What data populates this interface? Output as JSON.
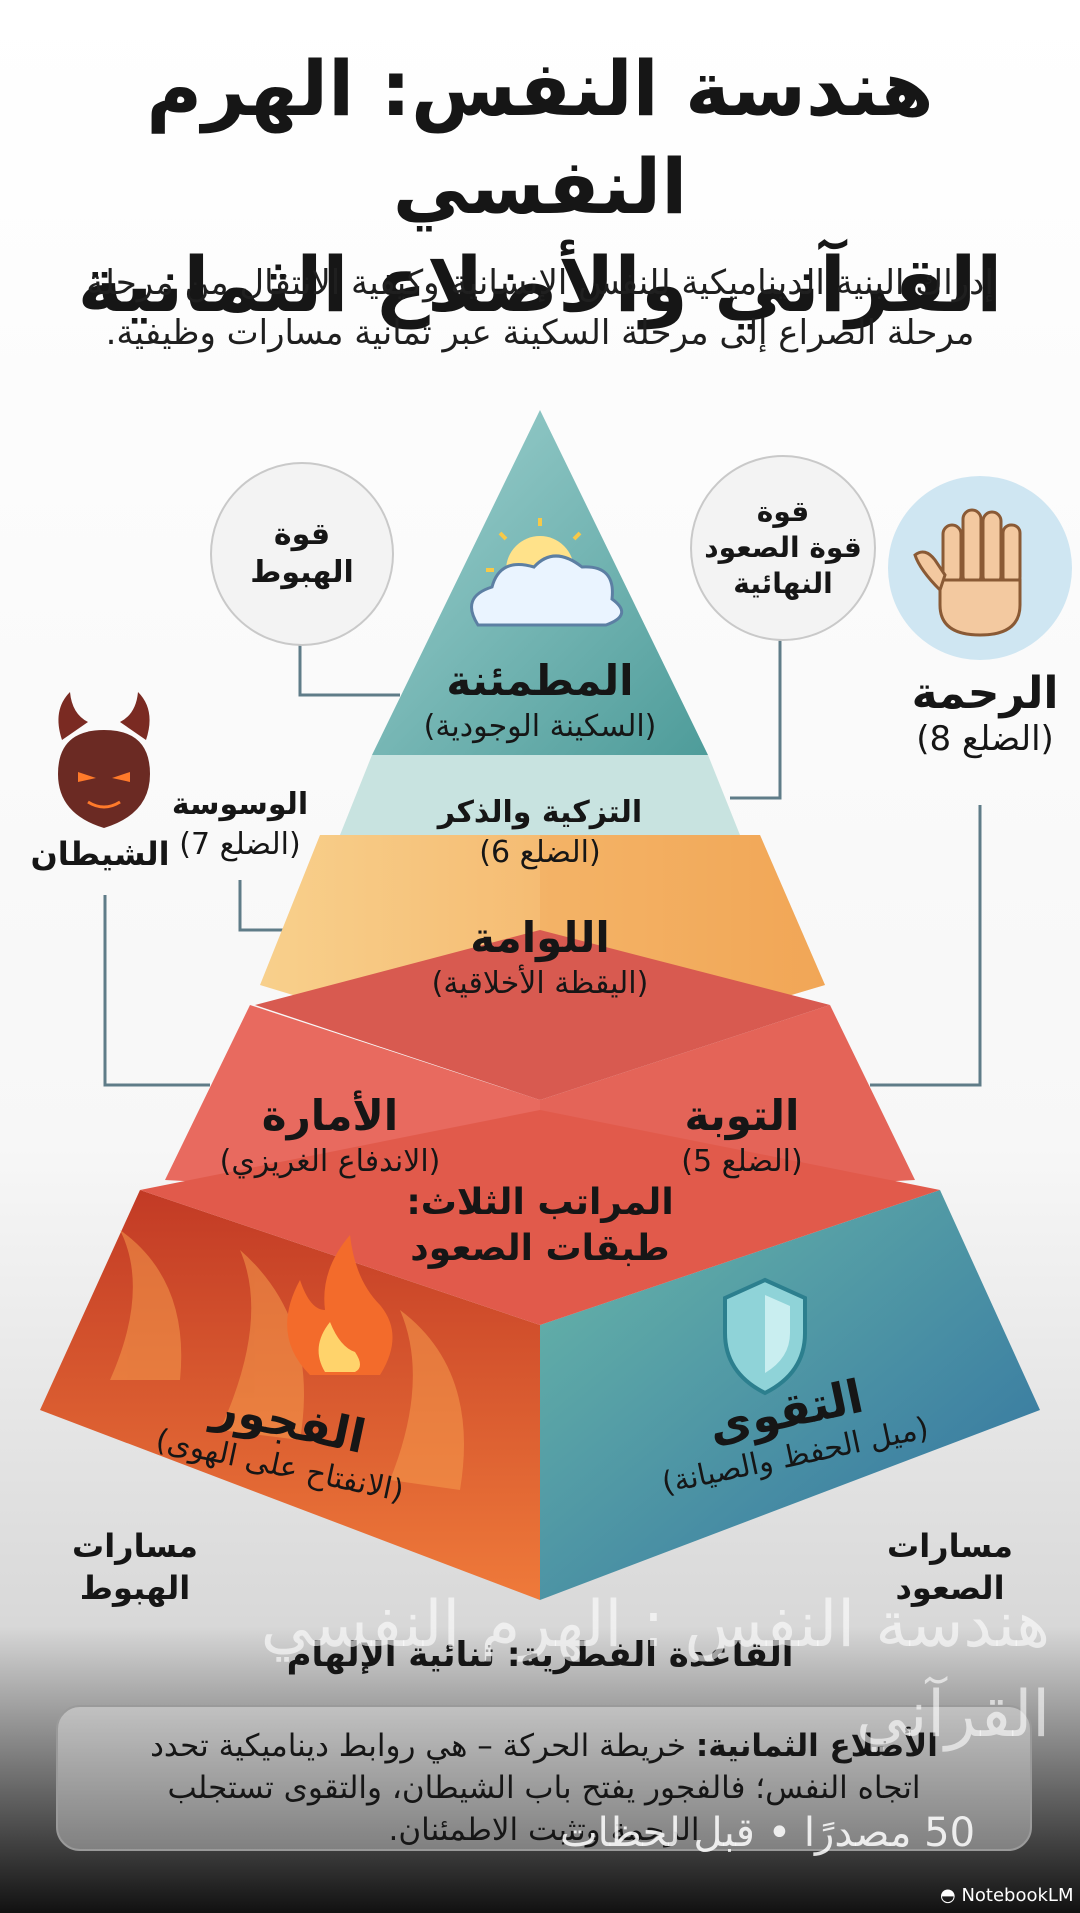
{
  "title_line1": "هندسة النفس: الهرم النفسي",
  "title_line2": "القرآني والأضلاع الثمانية",
  "subtitle_line1": "إدراك البنية الديناميكية للنفس الإنسانية وكيفية الانتقال من مرحلة",
  "subtitle_line2": "مرحلة الصراع إلى مرحلة السكينة عبر ثمانية مسارات وظيفية.",
  "levels": {
    "top_name": "المطمئنة",
    "top_sub": "(السكينة الوجودية)",
    "tazkiya_name": "التزكية والذكر",
    "tazkiya_sub": "(الضلع 6)",
    "lawwama_name": "اللوامة",
    "lawwama_sub": "(اليقظة الأخلاقية)",
    "ammara_name": "الأمارة",
    "ammara_sub": "(الاندفاع الغريزي)",
    "tawba_name": "التوبة",
    "tawba_sub": "(الضلع 5)",
    "ranks_line1": "المراتب الثلاث:",
    "ranks_line2": "طبقات الصعود",
    "fujur_name": "الفجور",
    "fujur_sub": "(الانفتاح على الهوى)",
    "taqwa_name": "التقوى",
    "taqwa_sub": "(ميل الحفظ والصيانة)"
  },
  "circles": {
    "descent_l1": "قوة",
    "descent_l2": "الهبوط",
    "ascent_l1": "قوة",
    "ascent_l2": "قوة الصعود",
    "ascent_l3": "النهائية"
  },
  "sides": {
    "mercy_name": "الرحمة",
    "mercy_sub": "(الضلع 8)",
    "waswasa_name": "الوسوسة",
    "waswasa_sub": "(الضلع 7)",
    "shaytan": "الشيطان"
  },
  "paths": {
    "descent_l1": "مسارات",
    "descent_l2": "الهبوط",
    "ascent_l1": "مسارات",
    "ascent_l2": "الصعود"
  },
  "base_title": "القاعدة الفطرية: ثنائية الإلهام",
  "note": {
    "bold": "الأضلاع الثمانية:",
    "text1": " خريطة الحركة – هي روابط ديناميكية تحدد",
    "line2": "اتجاه النفس؛ فالفجور يفتح باب الشيطان، والتقوى تستجلب",
    "line3": "الرحمة وتثبت الاطمئنان."
  },
  "overlay": {
    "title_l1": "هندسة النفس : الهرم النفسي",
    "title_l2": "القرآني",
    "sources": "50 مصدرًا • قبل لحظات"
  },
  "brand": "NotebookLM",
  "colors": {
    "apex": "#6fb5b2",
    "tazkiya": "#c8e3e0",
    "lawwama": "#f4b66a",
    "ammara": "#e8736a",
    "fujur": "#d6402f",
    "taqwa": "#3f94a8"
  }
}
